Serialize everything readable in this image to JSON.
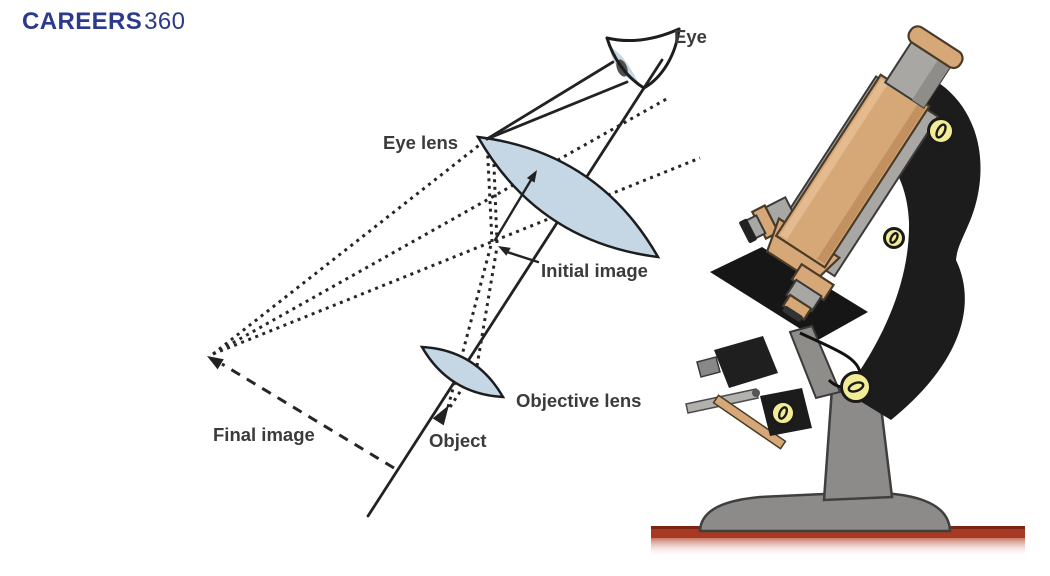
{
  "logo": {
    "part1": "CAREERS",
    "part2": "360"
  },
  "diagram": {
    "labels": {
      "eye": "Eye",
      "eye_lens": "Eye lens",
      "initial_image": "Initial image",
      "objective_lens": "Objective lens",
      "object": "Object",
      "final_image": "Final image"
    }
  },
  "colors": {
    "logo_navy": "#2c3a8c",
    "line_dark": "#222222",
    "label_gray": "#3b3b3b",
    "lens_blue": "#c5d6e4",
    "pupil_gray": "#4f4f4f",
    "tube_tan": "#d7a877",
    "tan_light": "#e4bb8f",
    "tan_shade": "#c2915f",
    "metal_gray": "#a9a7a4",
    "body_black": "#1c1c1c",
    "screw_yellow": "#f2ec96",
    "base_gray": "#8d8b89",
    "table_red": "#a83a24"
  }
}
